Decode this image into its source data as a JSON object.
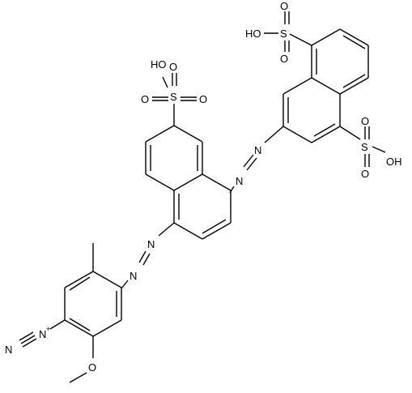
{
  "labels": {
    "oh": "HO",
    "oh_right": "OH",
    "s": "S",
    "o": "O",
    "n": "N",
    "n_plus": "+",
    "methoxy_o": "O"
  }
}
